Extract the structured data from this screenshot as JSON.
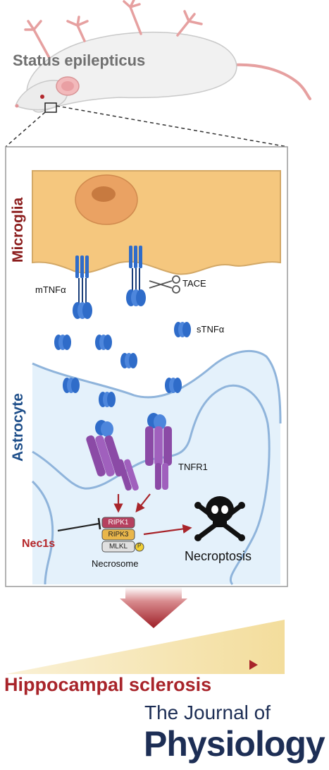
{
  "top": {
    "title": "Status epilepticus"
  },
  "panel": {
    "microglia_label": "Microglia",
    "astrocyte_label": "Astrocyte",
    "mtnf_label": "mTNFα",
    "tace_label": "TACE",
    "stnf_label": "sTNFα",
    "tnfr1_label": "TNFR1",
    "nec1s_label": "Nec1s",
    "necrosome": {
      "label": "Necrosome",
      "items": [
        "RIPK1",
        "RIPK3",
        "MLKL"
      ],
      "phospho": "P"
    },
    "necroptosis_label": "Necroptosis"
  },
  "bottom": {
    "outcome": "Hippocampal sclerosis",
    "journal_line1": "The Journal of",
    "journal_line2": "Physiology"
  },
  "colors": {
    "microglia_fill": "#f5c77e",
    "microglia_edge": "#d3a866",
    "astrocyte_fill": "#e4f1fb",
    "astrocyte_edge": "#8fb4db",
    "tnf_blue": "#2f6cc9",
    "receptor_purple": "#8b4aa6",
    "arrow_red": "#a8242a",
    "wedge": "#f6e6b3"
  }
}
